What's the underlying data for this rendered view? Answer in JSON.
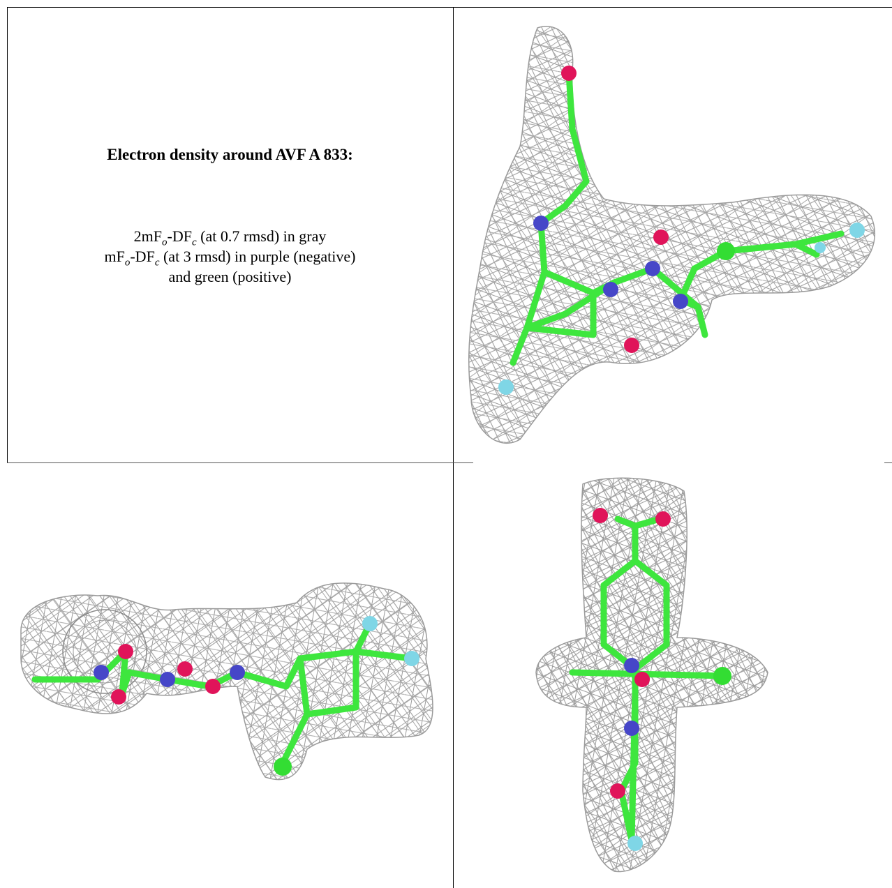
{
  "legend": {
    "title": "Electron density around AVF A 833:",
    "line1": {
      "prefix": "2mF",
      "sub1": "o",
      "mid": "-DF",
      "sub2": "c",
      "suffix": " (at 0.7 rmsd) in gray"
    },
    "line2": {
      "prefix": "mF",
      "sub1": "o",
      "mid": "-DF",
      "sub2": "c",
      "suffix": " (at 3 rmsd) in purple (negative)"
    },
    "line3": "and green (positive)"
  },
  "colors": {
    "mesh": "#9a9a9a",
    "carbon": "#3ee63e",
    "nitrogen": "#4646c8",
    "oxygen": "#e0145a",
    "fluorine": "#7fd6e6",
    "chlorine": "#33dd33"
  },
  "views": [
    {
      "name": "view-top-right"
    },
    {
      "name": "view-bottom-left"
    },
    {
      "name": "view-bottom-right"
    }
  ]
}
